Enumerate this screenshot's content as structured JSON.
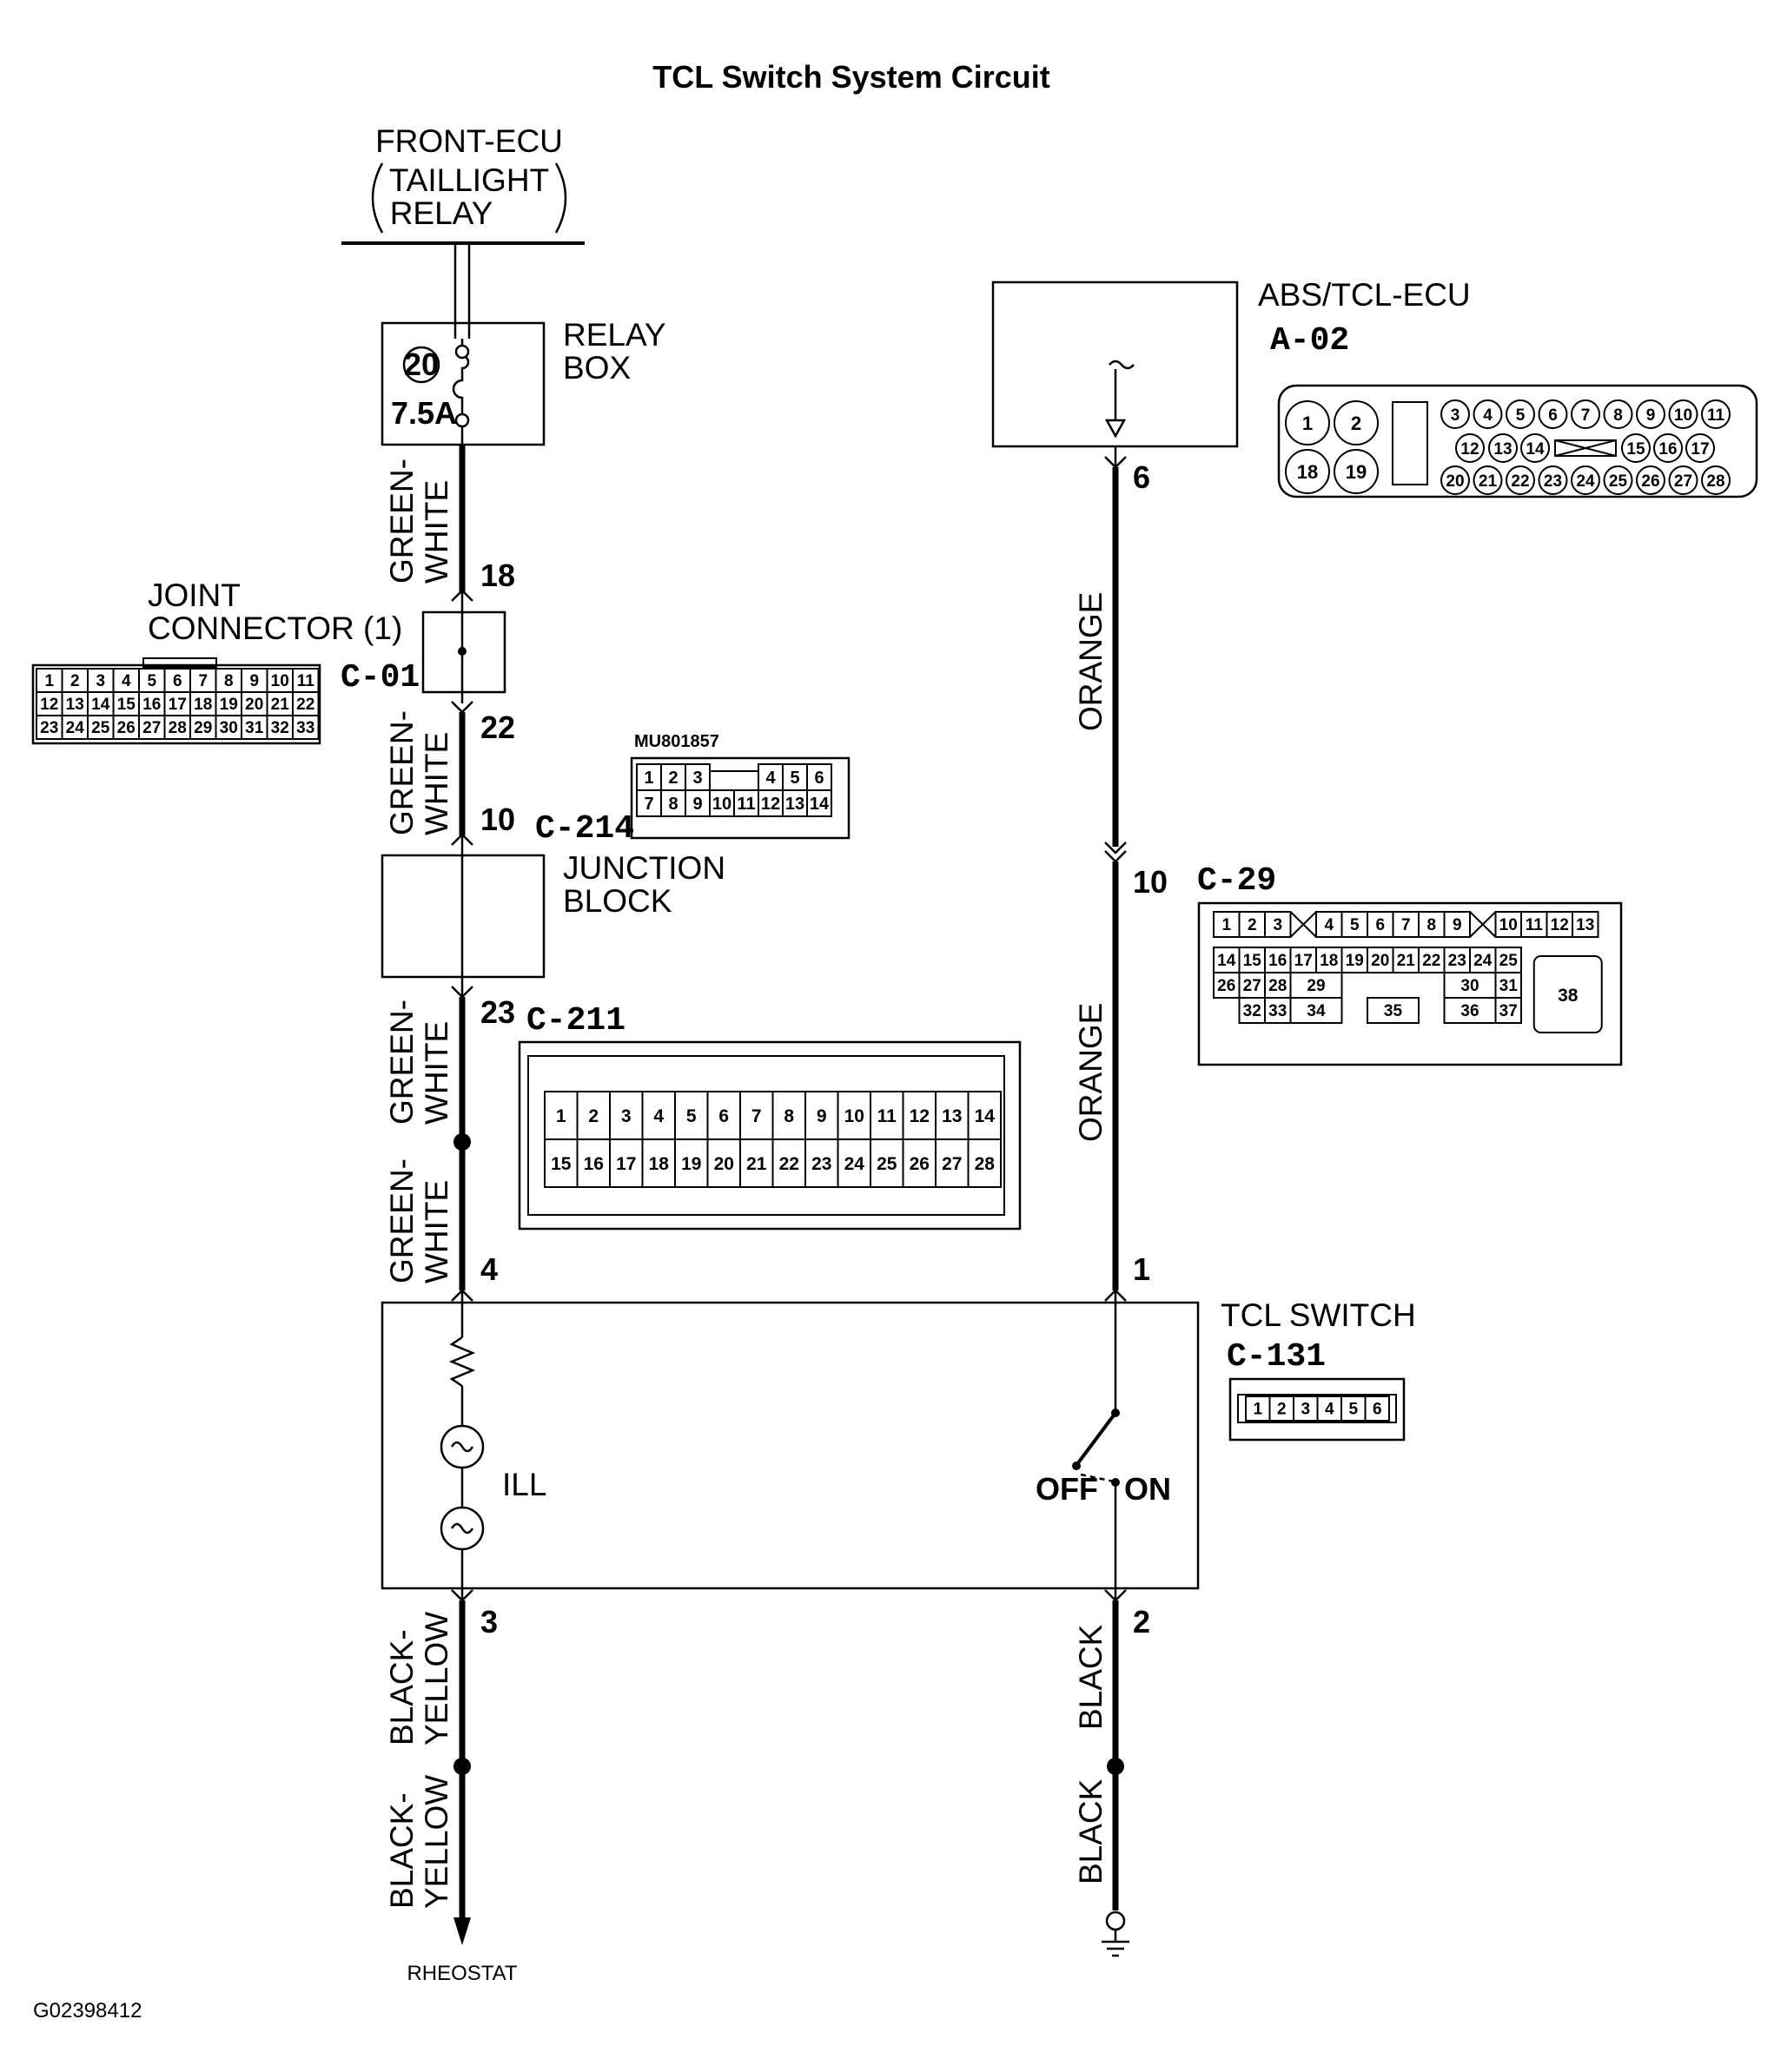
{
  "title": "TCL Switch System Circuit",
  "figure_id": "G02398412",
  "front_ecu": {
    "line1": "FRONT-ECU",
    "line2": "TAILLIGHT",
    "line3": "RELAY"
  },
  "relay_box": {
    "line1": "RELAY",
    "line2": "BOX",
    "fuse_number": "20",
    "fuse_rating": "7.5A"
  },
  "abs_ecu": {
    "label": "ABS/TCL-ECU",
    "connector": "A-02",
    "pin": "6"
  },
  "joint_connector": {
    "line1": "JOINT",
    "line2": "CONNECTOR (1)",
    "connector": "C-01",
    "pin_in": "18",
    "pin_out": "22",
    "grid_rows": [
      [
        "1",
        "2",
        "3",
        "4",
        "5",
        "6",
        "7",
        "8",
        "9",
        "10",
        "11"
      ],
      [
        "12",
        "13",
        "14",
        "15",
        "16",
        "17",
        "18",
        "19",
        "20",
        "21",
        "22"
      ],
      [
        "23",
        "24",
        "25",
        "26",
        "27",
        "28",
        "29",
        "30",
        "31",
        "32",
        "33"
      ]
    ]
  },
  "c214": {
    "part_number": "MU801857",
    "connector": "C-214",
    "pin": "10",
    "grid_rows": [
      [
        "1",
        "2",
        "3",
        "",
        "4",
        "5",
        "6"
      ],
      [
        "7",
        "8",
        "9",
        "10",
        "11",
        "12",
        "13",
        "14"
      ]
    ]
  },
  "junction_block": {
    "line1": "JUNCTION",
    "line2": "BLOCK",
    "pin_out": "23"
  },
  "c211": {
    "connector": "C-211",
    "grid_rows": [
      [
        "1",
        "2",
        "3",
        "4",
        "5",
        "6",
        "7",
        "8",
        "9",
        "10",
        "11",
        "12",
        "13",
        "14"
      ],
      [
        "15",
        "16",
        "17",
        "18",
        "19",
        "20",
        "21",
        "22",
        "23",
        "24",
        "25",
        "26",
        "27",
        "28"
      ]
    ]
  },
  "c29": {
    "connector": "C-29",
    "pin": "10",
    "row1": [
      "1",
      "2",
      "3",
      "4",
      "5",
      "6",
      "7",
      "8",
      "9",
      "10",
      "11",
      "12",
      "13"
    ],
    "row2": [
      "14",
      "15",
      "16",
      "17",
      "18",
      "19",
      "20",
      "21",
      "22",
      "23",
      "24",
      "25"
    ],
    "row3": [
      "26",
      "27",
      "28",
      "29",
      "30",
      "31",
      "38"
    ],
    "row4": [
      "32",
      "33",
      "34",
      "35",
      "36",
      "37"
    ]
  },
  "tcl_switch": {
    "label": "TCL SWITCH",
    "connector": "C-131",
    "pins": [
      "1",
      "2",
      "3",
      "4",
      "5",
      "6"
    ],
    "pin_left_top": "4",
    "pin_right_top": "1",
    "pin_left_bottom": "3",
    "pin_right_bottom": "2",
    "ill_label": "ILL",
    "off_label": "OFF",
    "on_label": "ON"
  },
  "wires": {
    "green_white_1": [
      "GREEN-",
      "WHITE"
    ],
    "green_white_2": [
      "GREEN-",
      "WHITE"
    ],
    "green_white_3": [
      "GREEN-",
      "WHITE"
    ],
    "green_white_4": [
      "GREEN-",
      "WHITE"
    ],
    "orange_1": "ORANGE",
    "orange_2": "ORANGE",
    "black_yellow_1": [
      "BLACK-",
      "YELLOW"
    ],
    "black_yellow_2": [
      "BLACK-",
      "YELLOW"
    ],
    "black_1": "BLACK",
    "black_2": "BLACK"
  },
  "rheostat": "RHEOSTAT"
}
